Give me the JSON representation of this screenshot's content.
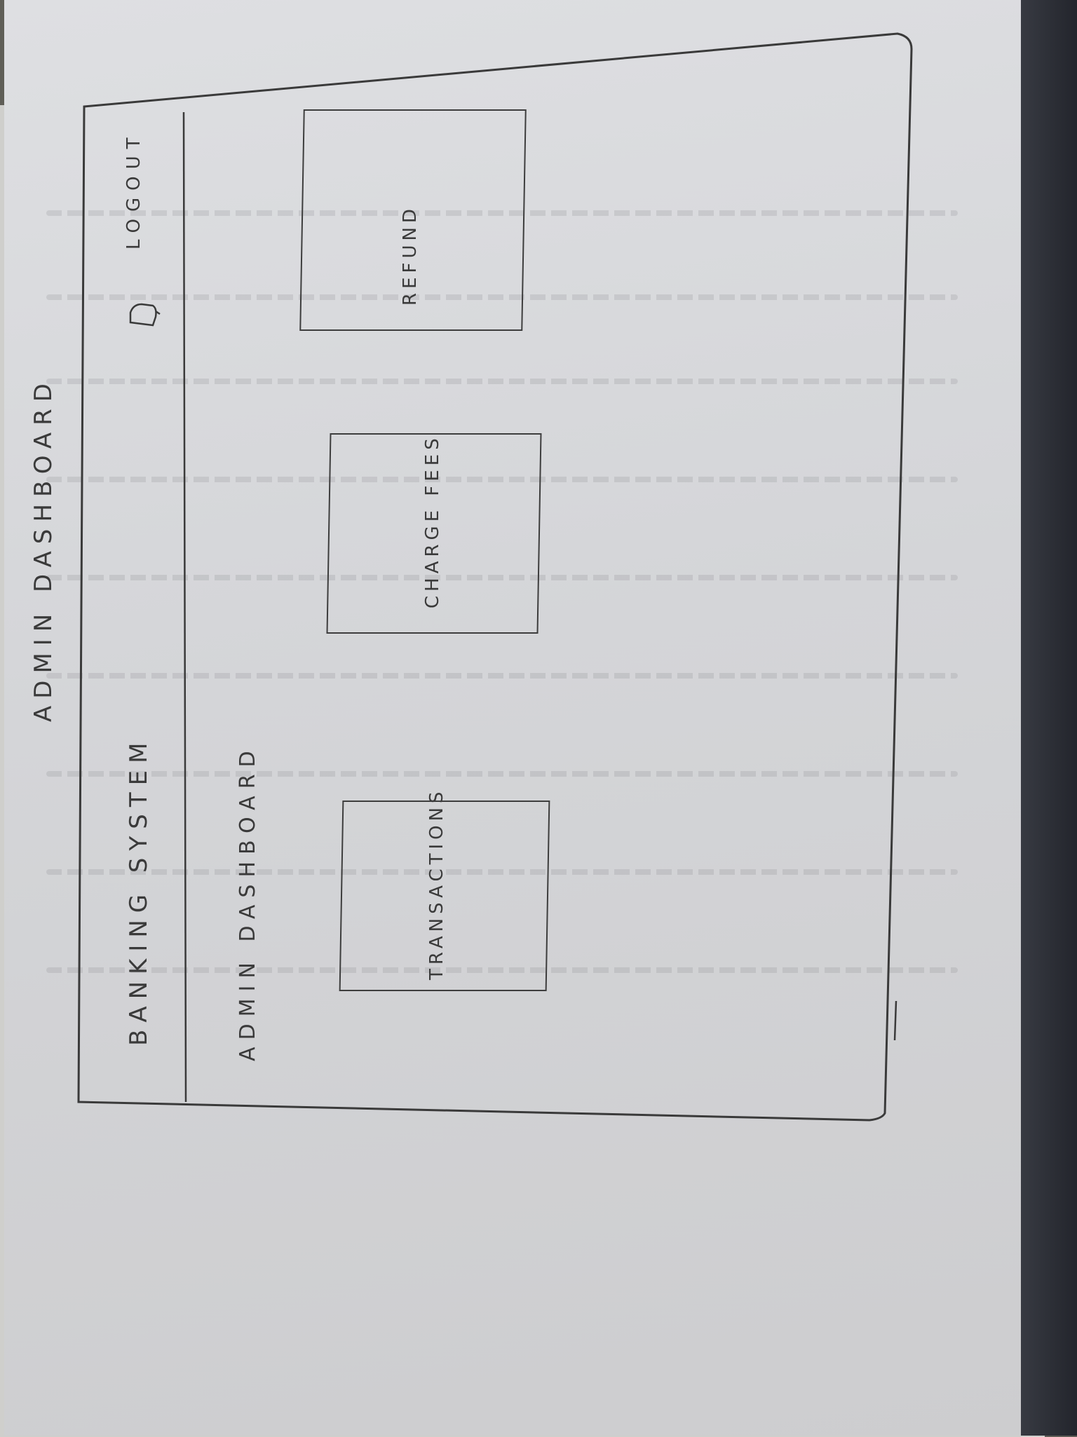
{
  "sketch": {
    "title": "ADMIN DASHBOARD",
    "header": {
      "app_name": "BANKING SYSTEM",
      "logout_label": "LOGOUT"
    },
    "page_heading": "ADMIN DASHBOARD",
    "tiles": [
      {
        "label": "TRANSACTIONS"
      },
      {
        "label": "CHARGE FEES"
      },
      {
        "label": "REFUND"
      }
    ]
  },
  "icons": {
    "notification": "bell-icon"
  }
}
